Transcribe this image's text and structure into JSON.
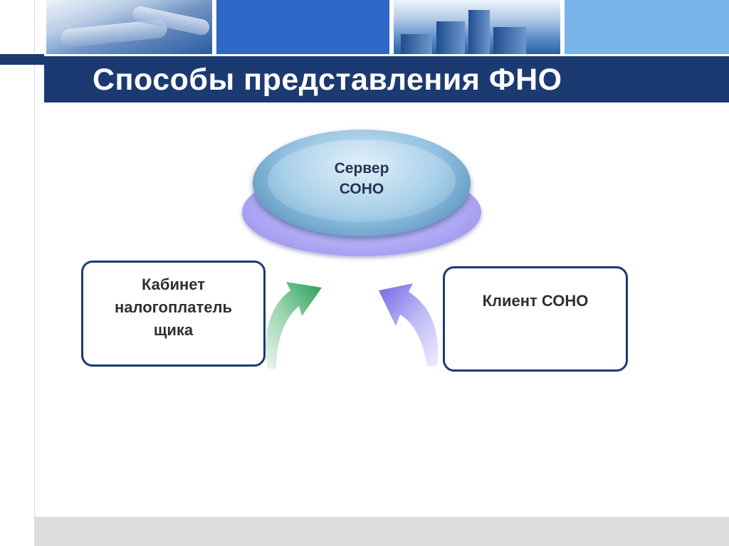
{
  "slide": {
    "title": "Способы представления ФНО"
  },
  "diagram": {
    "server": {
      "line1": "Сервер",
      "line2": "СОНО"
    },
    "cabinet": {
      "line1": "Кабинет",
      "line2": "налогоплатель",
      "line3": "щика"
    },
    "client": {
      "label": "Клиент СОНО"
    }
  },
  "colors": {
    "title_bar": "#1c3a72",
    "box_border": "#1c3a72",
    "arrow_left": "#52b77d",
    "arrow_right": "#8f86ea"
  }
}
